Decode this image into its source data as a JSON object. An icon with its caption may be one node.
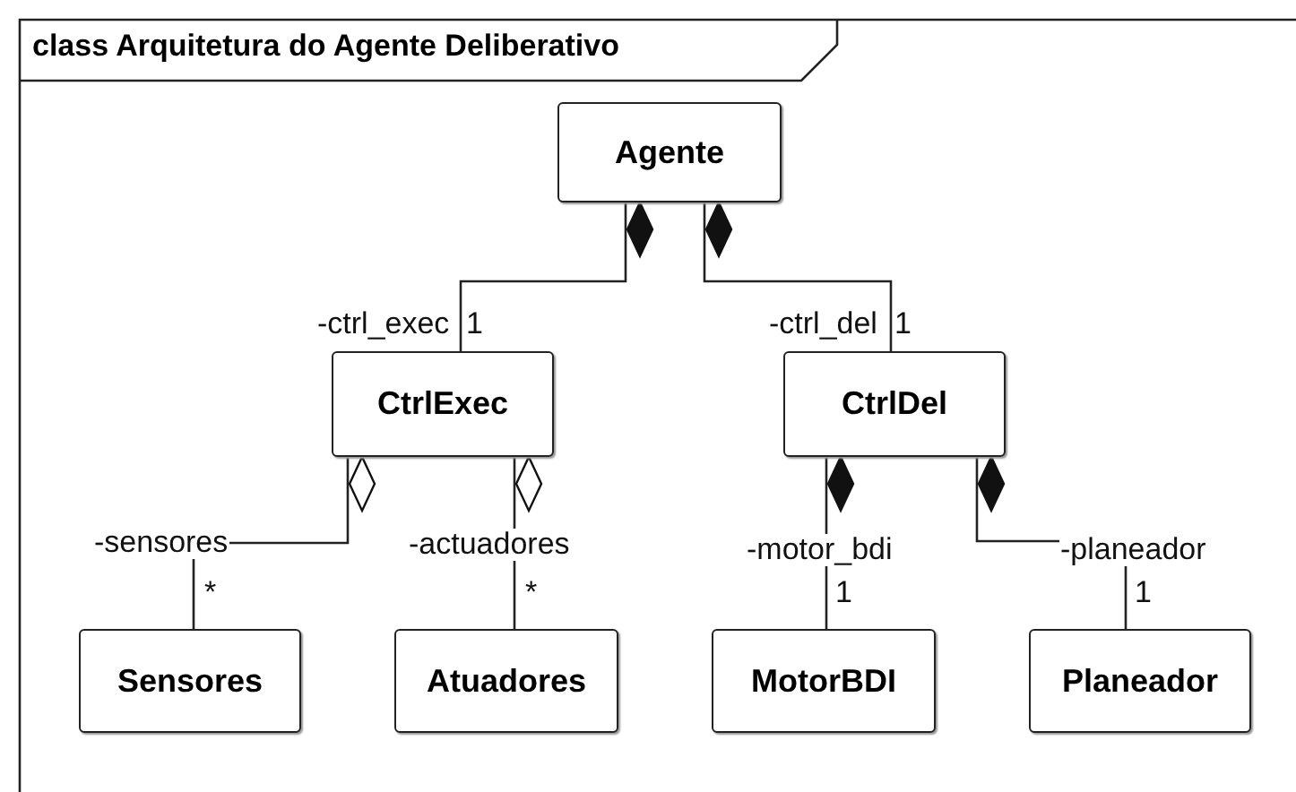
{
  "diagram": {
    "title": "class Arquitetura do Agente Deliberativo",
    "nodes": [
      {
        "text": [
          "Agente"
        ]
      },
      {
        "text": [
          "CtrlExec"
        ]
      },
      {
        "text": [
          "CtrlDel"
        ]
      },
      {
        "text": [
          "Sensores"
        ]
      },
      {
        "text": [
          "Atuadores"
        ]
      },
      {
        "text": [
          "MotorBDI"
        ]
      },
      {
        "text": [
          "Planeador"
        ]
      }
    ],
    "edges": [
      {
        "from": 0,
        "to": 1,
        "arrow": "other",
        "label": "-ctrl_exec"
      },
      {
        "from": 0,
        "to": 2,
        "arrow": "other",
        "label": "-ctrl_del"
      },
      {
        "from": 1,
        "to": 3,
        "arrow": "other",
        "label": "-sensores"
      },
      {
        "from": 1,
        "to": 4,
        "arrow": "other",
        "label": "-actuadores"
      },
      {
        "from": 2,
        "to": 5,
        "arrow": "other",
        "label": "-motor_bdi"
      },
      {
        "from": 2,
        "to": 6,
        "arrow": "other",
        "label": "-planeador"
      }
    ],
    "labels": [
      "1",
      "1",
      "*",
      "*",
      "1",
      "1"
    ]
  }
}
